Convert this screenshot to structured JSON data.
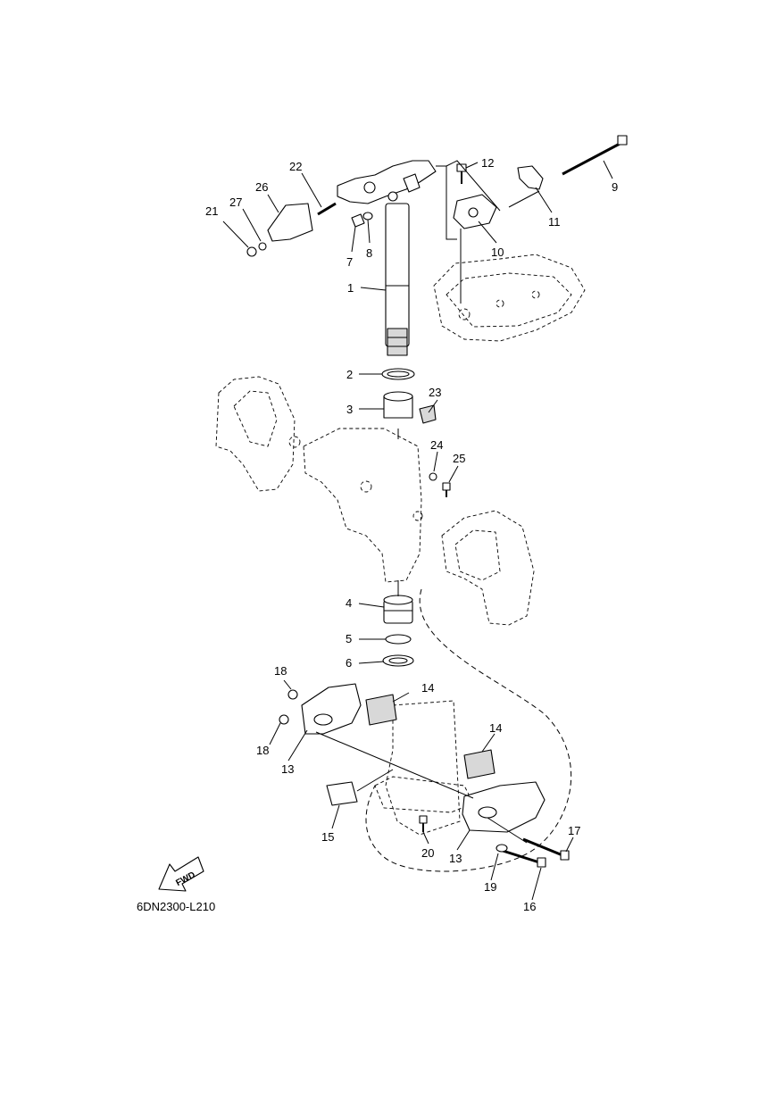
{
  "diagram_code": "6DN2300-L210",
  "fwd_label": "FWD",
  "callouts": {
    "c1": "1",
    "c2": "2",
    "c3": "3",
    "c4": "4",
    "c5": "5",
    "c6": "6",
    "c7": "7",
    "c8": "8",
    "c9": "9",
    "c10": "10",
    "c11": "11",
    "c12": "12",
    "c13a": "13",
    "c13b": "13",
    "c14a": "14",
    "c14b": "14",
    "c15": "15",
    "c16": "16",
    "c17": "17",
    "c18a": "18",
    "c18b": "18",
    "c19": "19",
    "c20": "20",
    "c21": "21",
    "c22": "22",
    "c23": "23",
    "c24": "24",
    "c25": "25",
    "c26": "26",
    "c27": "27"
  }
}
